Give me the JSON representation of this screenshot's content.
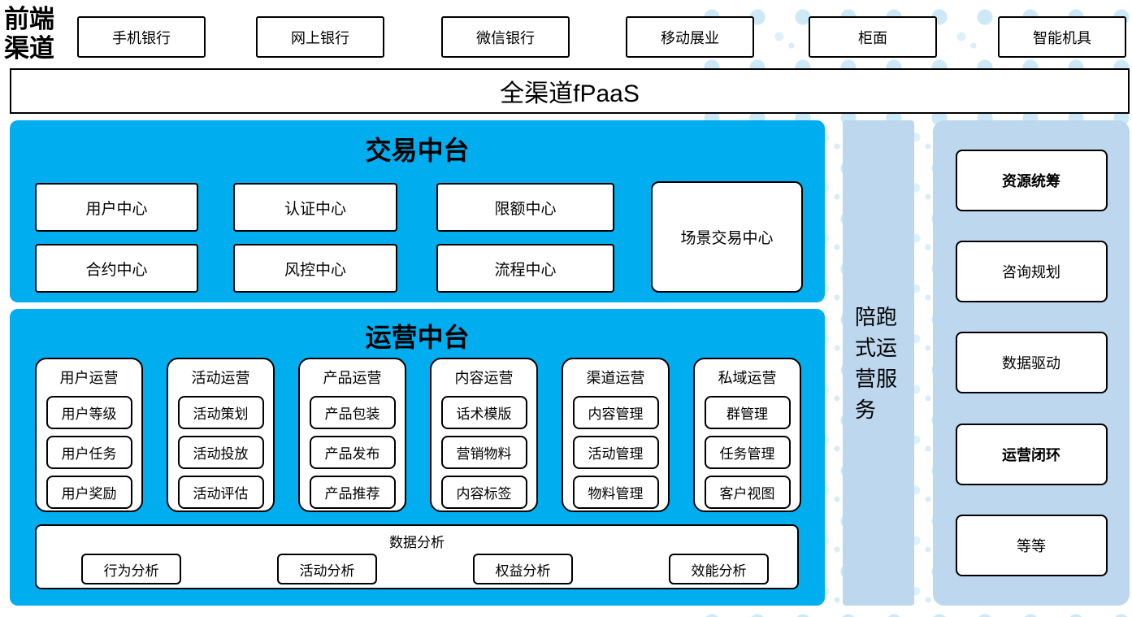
{
  "frontend": {
    "label": "前端渠道",
    "channels": [
      {
        "label": "手机银行"
      },
      {
        "label": "网上银行"
      },
      {
        "label": "微信银行"
      },
      {
        "label": "移动展业"
      },
      {
        "label": "柜面"
      },
      {
        "label": "智能机具"
      }
    ]
  },
  "fpaas": {
    "label": "全渠道fPaaS"
  },
  "transaction": {
    "title": "交易中台",
    "row1": [
      {
        "label": "用户中心"
      },
      {
        "label": "认证中心"
      },
      {
        "label": "限额中心"
      }
    ],
    "row2": [
      {
        "label": "合约中心"
      },
      {
        "label": "风控中心"
      },
      {
        "label": "流程中心"
      }
    ],
    "scene_center": "场景交易中心"
  },
  "operation": {
    "title": "运营中台",
    "groups": [
      {
        "title": "用户运营",
        "items": [
          "用户等级",
          "用户任务",
          "用户奖励"
        ]
      },
      {
        "title": "活动运营",
        "items": [
          "活动策划",
          "活动投放",
          "活动评估"
        ]
      },
      {
        "title": "产品运营",
        "items": [
          "产品包装",
          "产品发布",
          "产品推荐"
        ]
      },
      {
        "title": "内容运营",
        "items": [
          "话术模版",
          "营销物料",
          "内容标签"
        ]
      },
      {
        "title": "渠道运营",
        "items": [
          "内容管理",
          "活动管理",
          "物料管理"
        ]
      },
      {
        "title": "私域运营",
        "items": [
          "群管理",
          "任务管理",
          "客户视图"
        ]
      }
    ],
    "analysis": {
      "title": "数据分析",
      "items": [
        "行为分析",
        "活动分析",
        "权益分析",
        "效能分析"
      ]
    }
  },
  "service_bar": {
    "label": "陪跑式运营服务"
  },
  "service_panel": {
    "items": [
      {
        "label": "资源统筹",
        "bold": true
      },
      {
        "label": "咨询规划",
        "bold": false
      },
      {
        "label": "数据驱动",
        "bold": false
      },
      {
        "label": "运营闭环",
        "bold": true
      },
      {
        "label": "等等",
        "bold": false
      }
    ]
  },
  "colors": {
    "primary_blue": "#00AEEF",
    "light_blue": "#BDD7EE",
    "dot_blue": "#CDE9F7",
    "box_border": "#000000",
    "box_bg": "#FFFFFF"
  }
}
